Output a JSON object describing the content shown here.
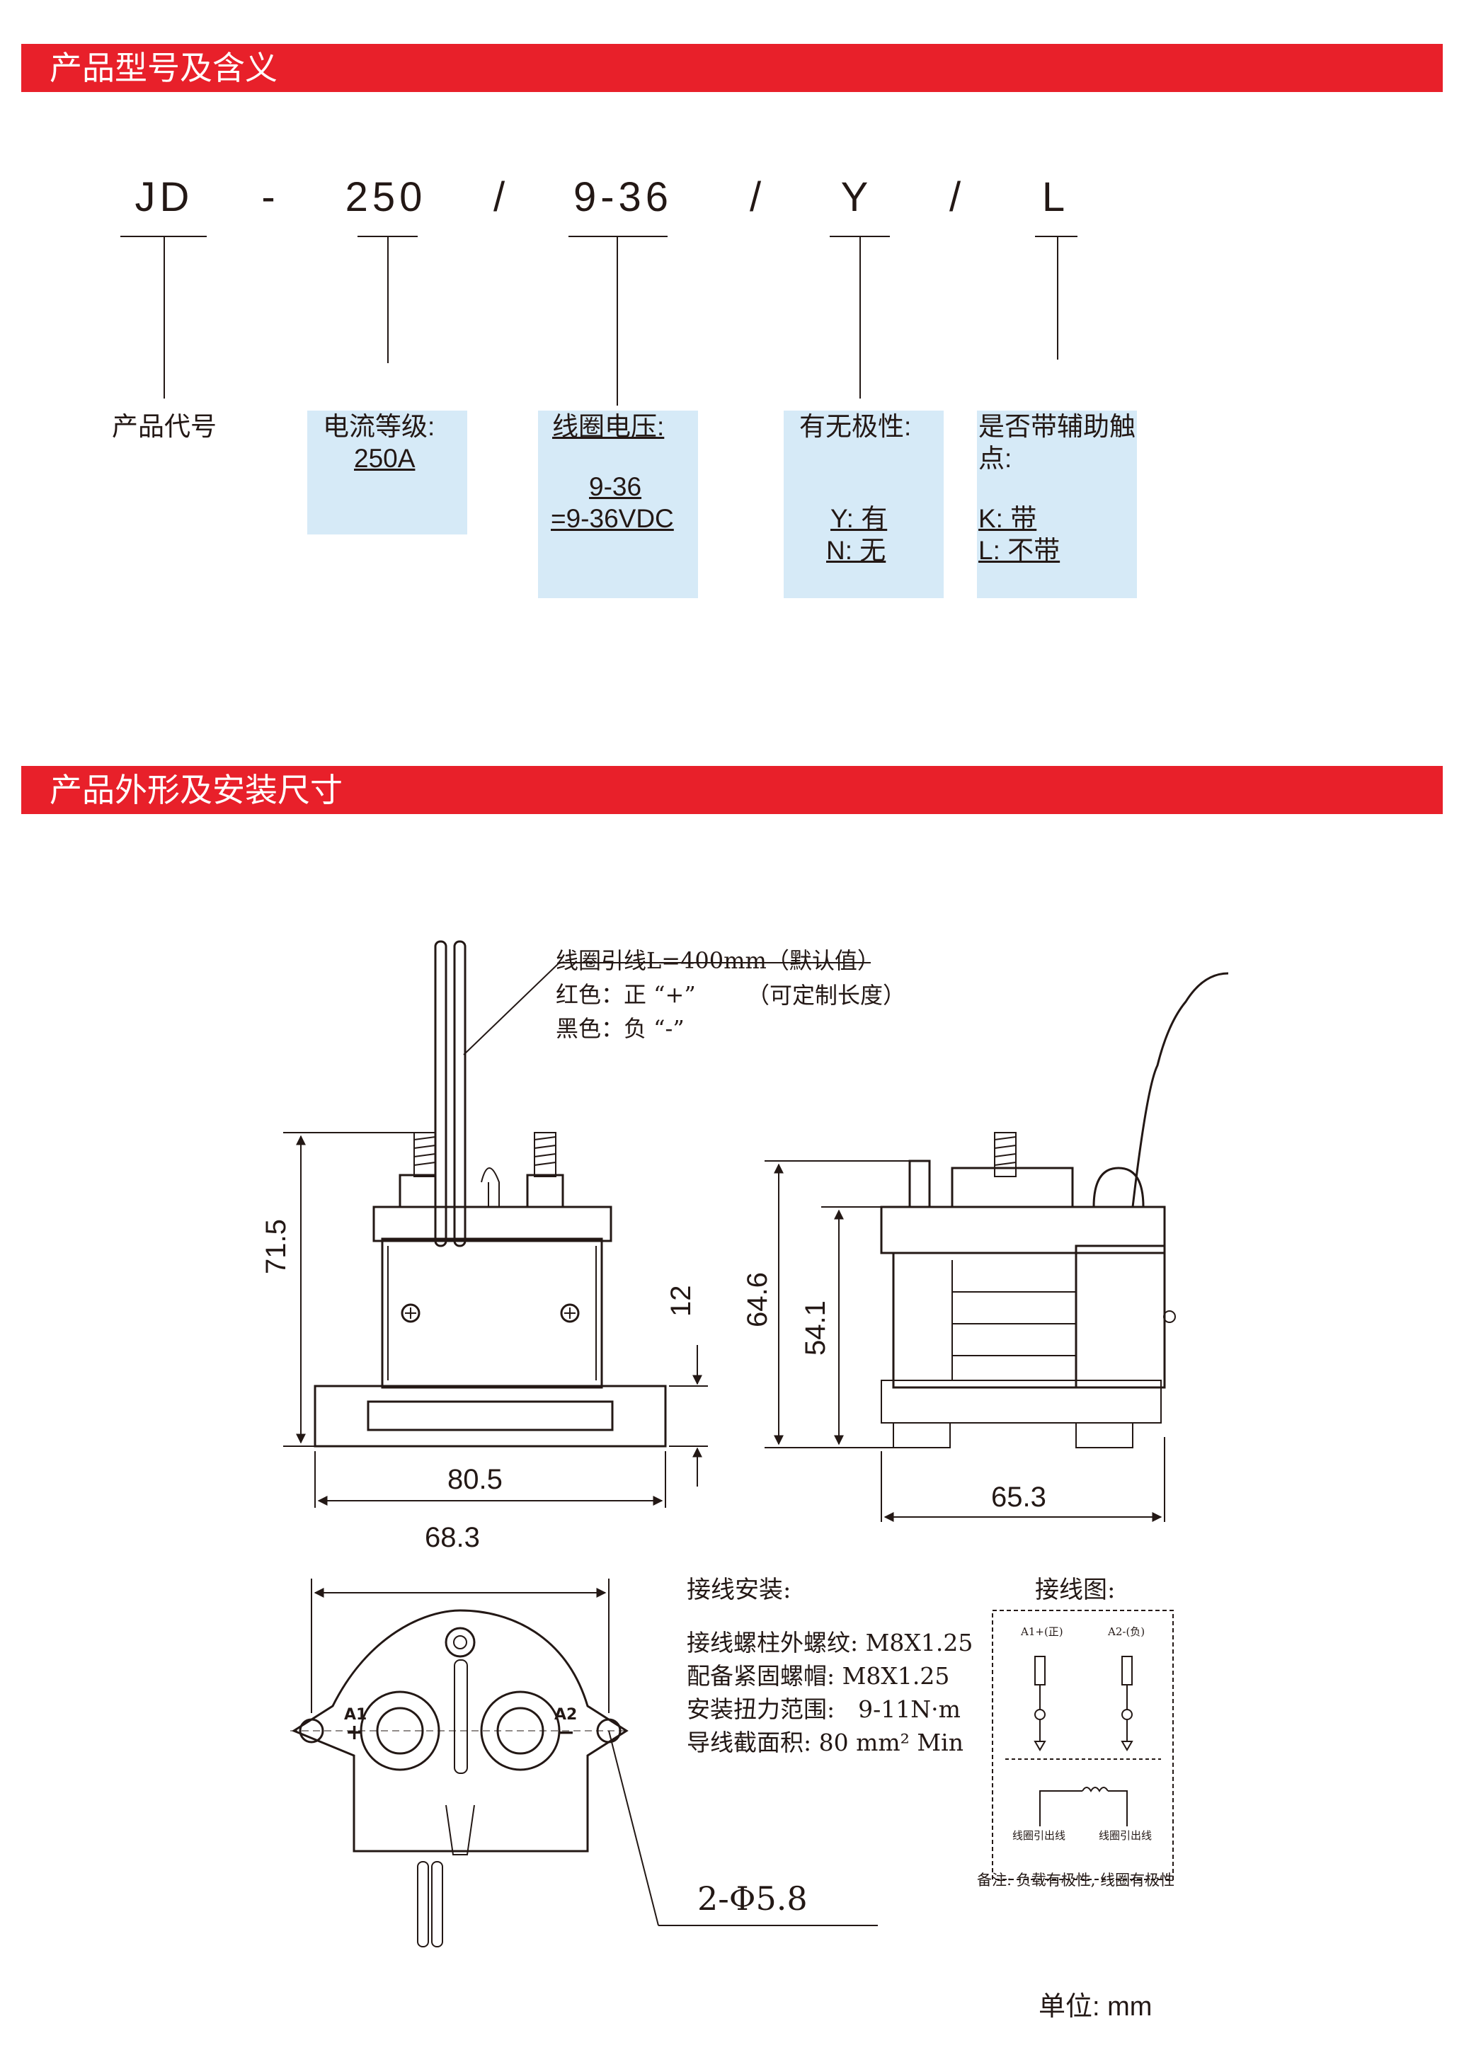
{
  "sections": {
    "model_title": "产品型号及含义",
    "dim_title": "产品外形及安装尺寸"
  },
  "code": {
    "parts": [
      "JD",
      "-",
      "250",
      "/",
      "9-36",
      "/",
      "Y",
      "/",
      "L"
    ]
  },
  "meanings": {
    "product_code": "产品代号",
    "current": {
      "label": "电流等级:",
      "value": "250A"
    },
    "coil": {
      "label": "线圈电压:",
      "value1": "9-36",
      "value2": "=9-36VDC"
    },
    "polarity": {
      "label": "有无极性:",
      "opt_y": "Y: 有",
      "opt_n": "N: 无"
    },
    "aux": {
      "label1": "是否带辅助触",
      "label2": "点:",
      "opt_k": "K: 带",
      "opt_l": "L: 不带"
    }
  },
  "drawing": {
    "lead_note1": "线圈引线L=400mm（默认值）",
    "lead_note2": "红色：正 “+”",
    "lead_note3": "（可定制长度）",
    "lead_note4": "黑色：负 “-”",
    "dim_height": "71.5",
    "dim_flange": "12",
    "dim_width": "80.5",
    "dim_side_h1": "64.6",
    "dim_side_h2": "54.1",
    "dim_side_w": "65.3",
    "dim_mount": "68.3",
    "holes": "2-Φ5.8",
    "a1": "A1",
    "a2": "A2",
    "plus": "+",
    "minus": "−"
  },
  "install": {
    "title": "接线安装:",
    "line1": "接线螺柱外螺纹: M8X1.25",
    "line2": "配备紧固螺帽: M8X1.25",
    "line3": "安装扭力范围:　9-11N·m",
    "line4": "导线截面积: 80 mm² Min"
  },
  "wiring": {
    "title": "接线图:",
    "a1": "A1+(正)",
    "a2": "A2-(负)",
    "coil_out1": "线圈引出线",
    "coil_out2": "线圈引出线",
    "note": "备注: 负载有极性, 线圈有极性"
  },
  "unit": "单位: mm",
  "chart_data": {
    "type": "table",
    "title": "产品型号及含义",
    "model_code": "JD-250/9-36/Y/L",
    "fields": [
      {
        "code": "JD",
        "meaning": "产品代号"
      },
      {
        "code": "250",
        "meaning": "电流等级: 250A"
      },
      {
        "code": "9-36",
        "meaning": "线圈电压: 9-36=9-36VDC"
      },
      {
        "code": "Y",
        "meaning": "有无极性: Y: 有 N: 无"
      },
      {
        "code": "L",
        "meaning": "是否带辅助触点: K: 带 L: 不带"
      }
    ],
    "dimensions_mm": {
      "height": 71.5,
      "flange": 12,
      "width": 80.5,
      "side_height": 64.6,
      "side_body": 54.1,
      "side_width": 65.3,
      "mount_pitch": 68.3,
      "hole_dia": 5.8
    }
  }
}
